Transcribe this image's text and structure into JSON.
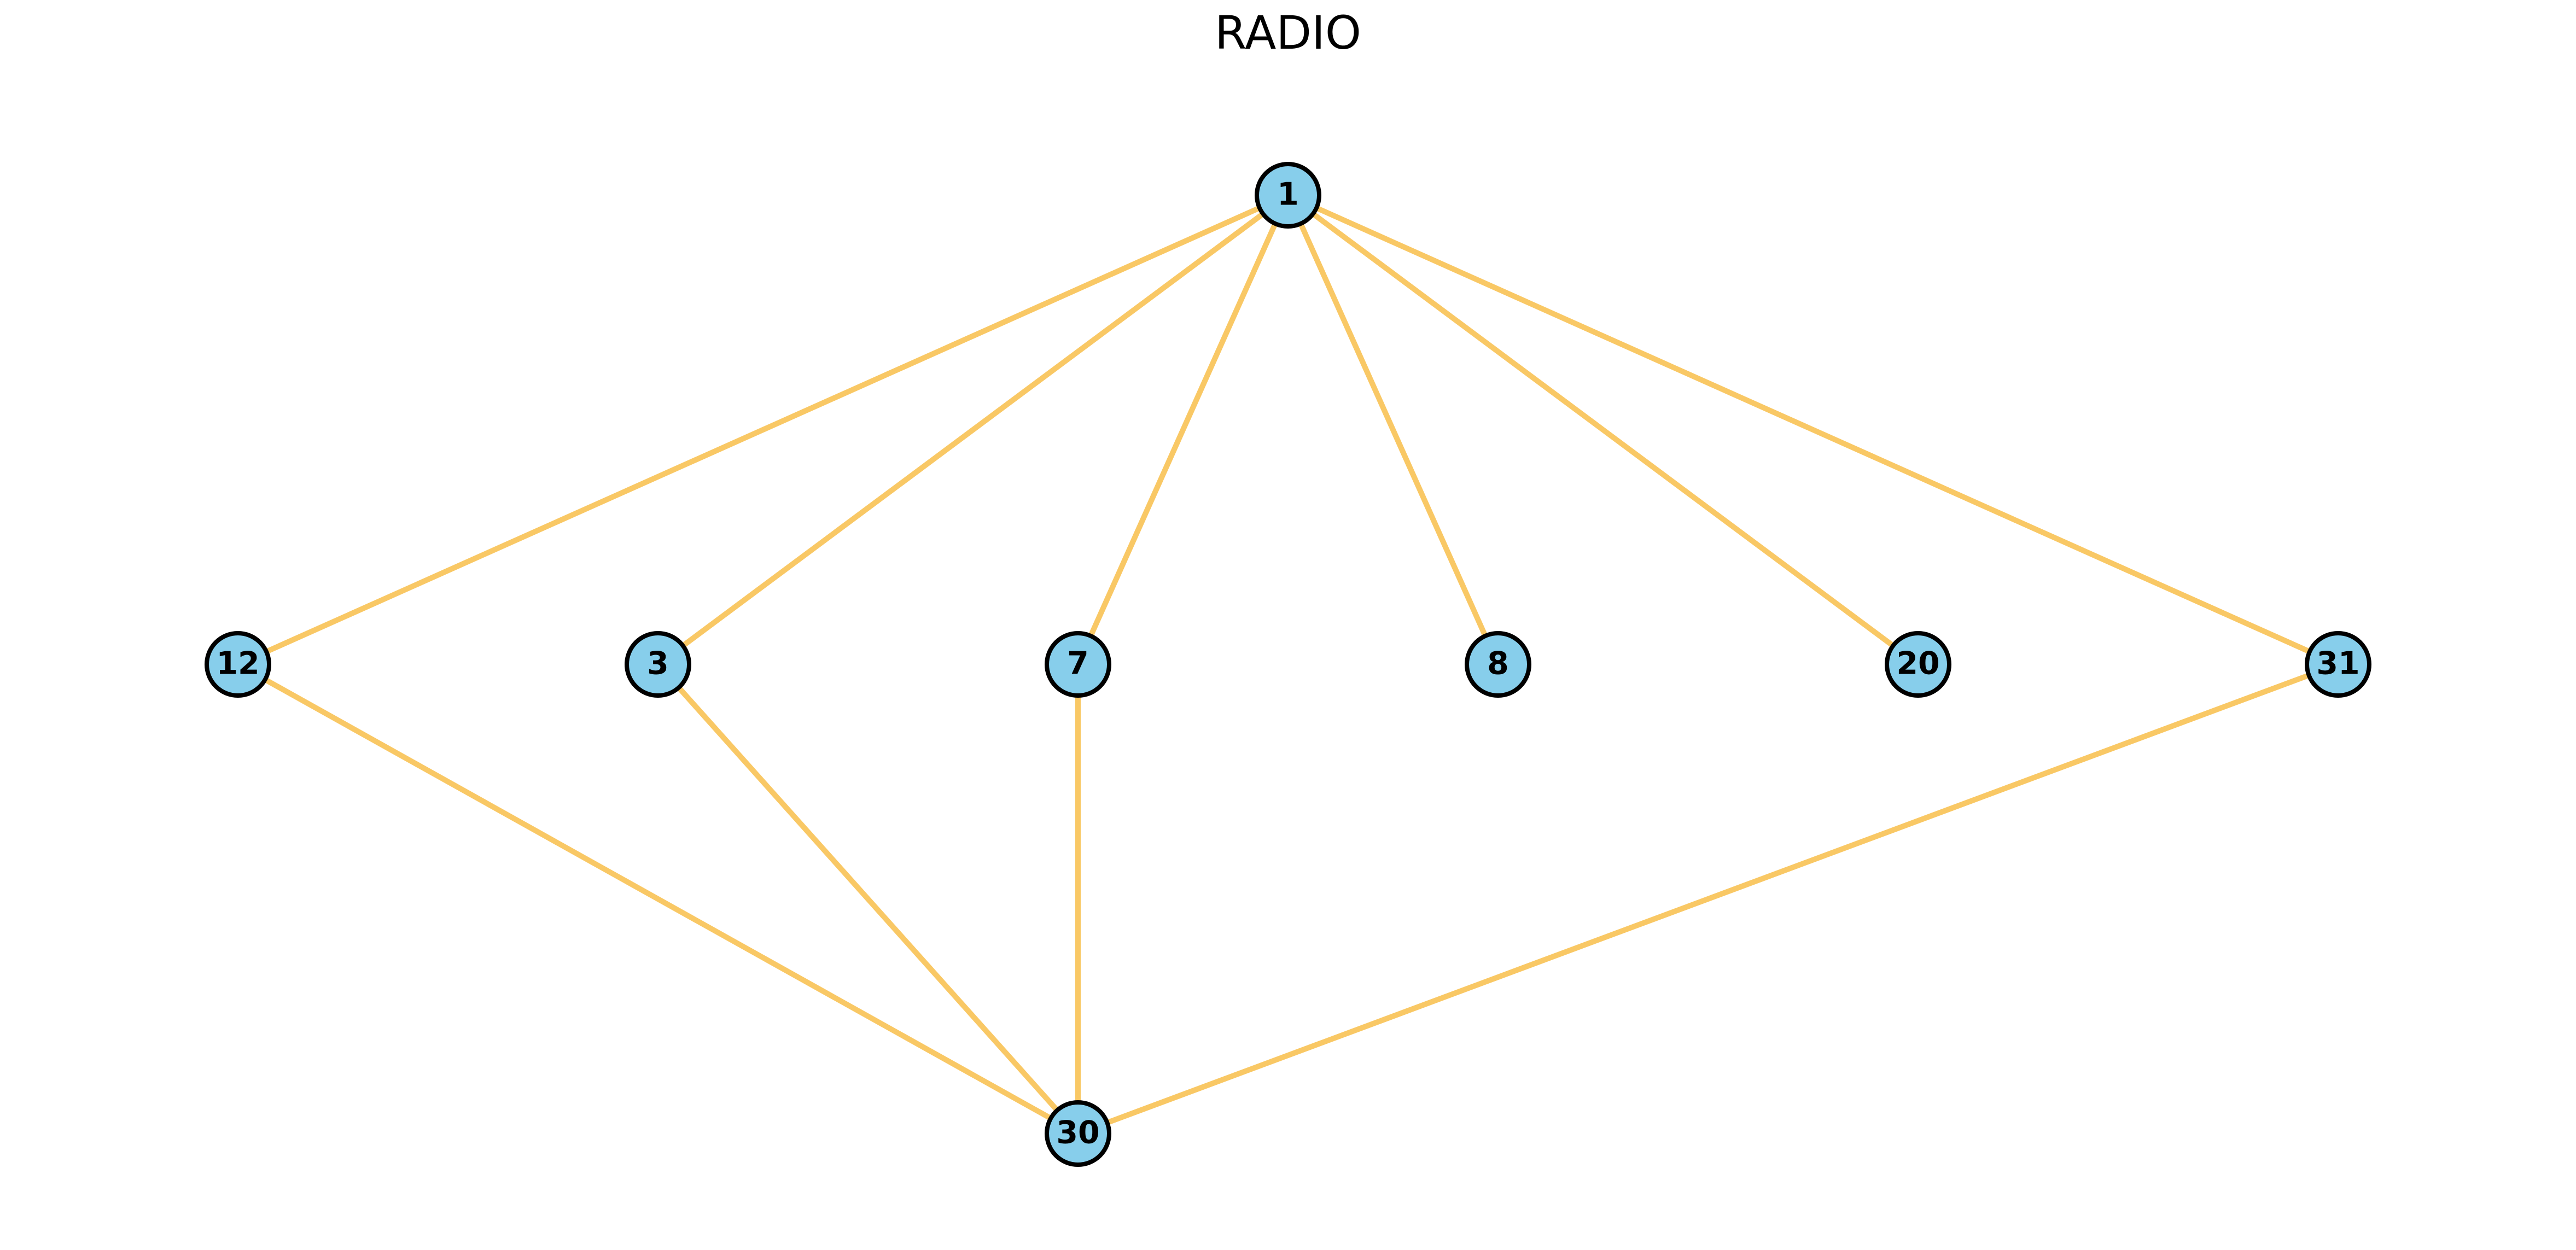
{
  "title": "RADIO",
  "colors": {
    "edge": "#F9C865",
    "node_fill": "#87CEEB",
    "node_stroke": "#000000",
    "background": "#FFFFFF"
  },
  "nodes": [
    {
      "id": "1",
      "label": "1"
    },
    {
      "id": "12",
      "label": "12"
    },
    {
      "id": "3",
      "label": "3"
    },
    {
      "id": "7",
      "label": "7"
    },
    {
      "id": "8",
      "label": "8"
    },
    {
      "id": "20",
      "label": "20"
    },
    {
      "id": "31",
      "label": "31"
    },
    {
      "id": "30",
      "label": "30"
    }
  ],
  "edges": [
    {
      "from": "1",
      "to": "12"
    },
    {
      "from": "1",
      "to": "3"
    },
    {
      "from": "1",
      "to": "7"
    },
    {
      "from": "1",
      "to": "8"
    },
    {
      "from": "1",
      "to": "20"
    },
    {
      "from": "1",
      "to": "31"
    },
    {
      "from": "12",
      "to": "30"
    },
    {
      "from": "3",
      "to": "30"
    },
    {
      "from": "7",
      "to": "30"
    },
    {
      "from": "31",
      "to": "30"
    }
  ]
}
